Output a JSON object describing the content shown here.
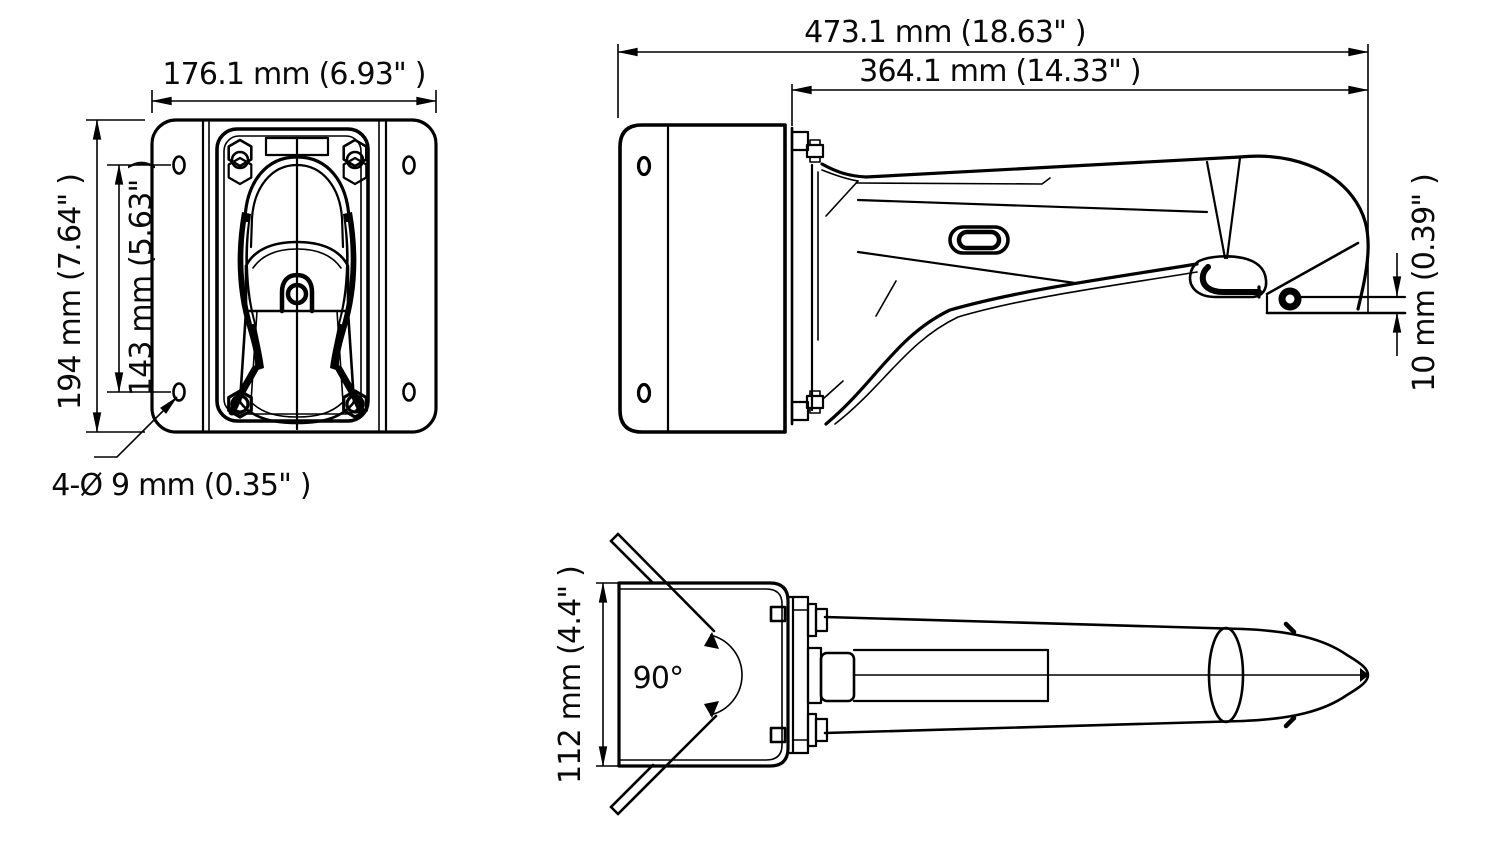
{
  "drawing": {
    "type": "dimensional-diagram",
    "subject": "wall / corner mount bracket, three orthographic views",
    "colors": {
      "line": "#000000",
      "background": "#ffffff"
    },
    "views": {
      "front": {
        "width_dim": "176.1 mm (6.93\" )",
        "height_dim": "194 mm (7.64\" )",
        "hole_spacing_dim": "143 mm (5.63\" )",
        "hole_callout": "4-Ø 9 mm (0.35\" )"
      },
      "side": {
        "total_length_dim": "473.1 mm (18.63\" )",
        "arm_length_dim": "364.1 mm (14.33\" )",
        "step_dim": "10 mm (0.39\" )"
      },
      "top": {
        "depth_dim": "112 mm (4.4\" )",
        "angle_dim": "90°"
      }
    }
  }
}
